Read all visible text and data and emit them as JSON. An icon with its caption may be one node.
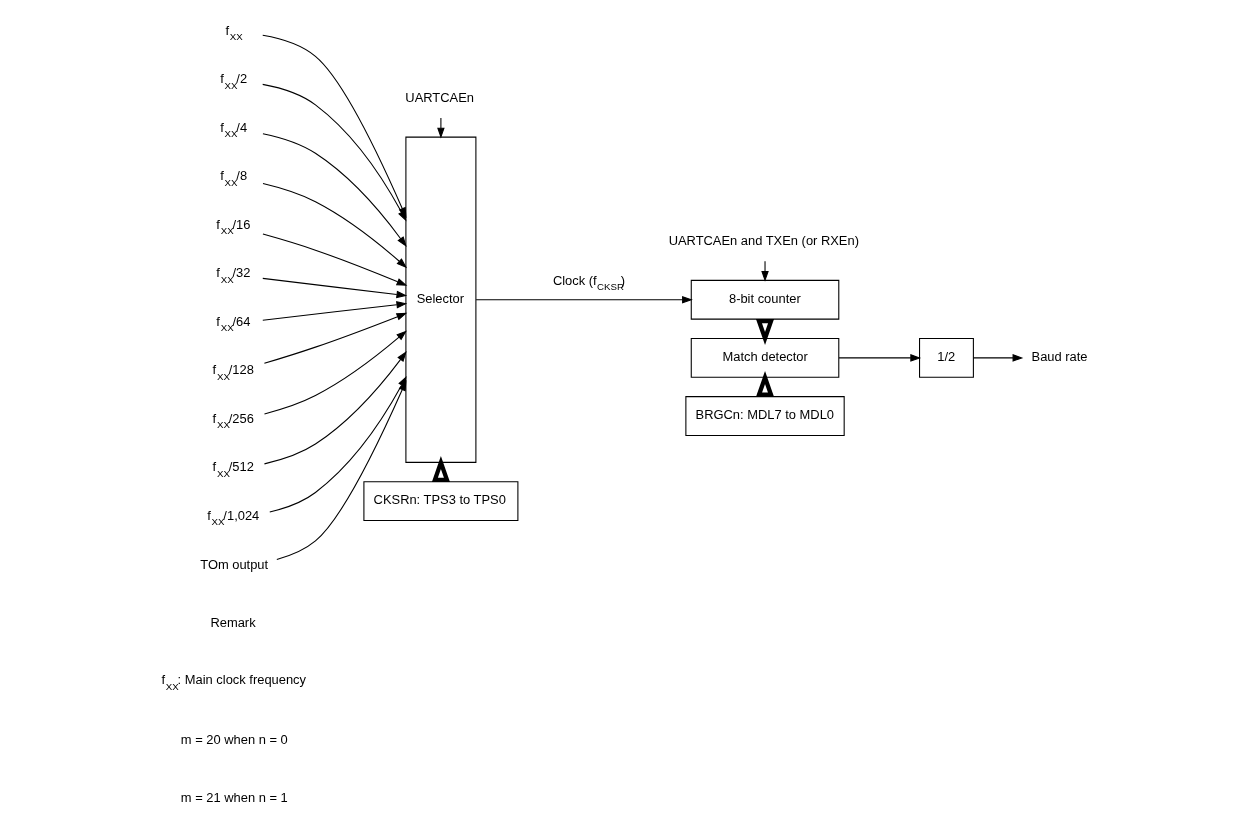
{
  "diagram": {
    "nodes": [
      {
        "text": [
          "UARTCAEn"
        ]
      },
      {
        "text": [
          "f$_{XX}$"
        ]
      },
      {
        "text": [
          "f$_{XX}$/2"
        ]
      },
      {
        "text": [
          "f$_{XX}$/4"
        ]
      },
      {
        "text": [
          "f$_{XX}$/8"
        ]
      },
      {
        "text": [
          "f$_{XX}$/16"
        ]
      },
      {
        "text": [
          "f$_{XX}$/32"
        ]
      },
      {
        "text": [
          "f$_{XX}$/64"
        ]
      },
      {
        "text": [
          "f$_{XX}$/128"
        ]
      },
      {
        "text": [
          "f$_{XX}$/256"
        ]
      },
      {
        "text": [
          "f$_{XX}$/512"
        ]
      },
      {
        "text": [
          "f$_{XX}$/1,024"
        ]
      },
      {
        "text": [
          "TOm output"
        ]
      },
      {
        "text": [
          "Selector"
        ]
      },
      {
        "text": [
          "CKSRn: TPS3 to TPS0"
        ]
      },
      {
        "text": [
          "UARTCAEn and TXEn (or RXEn)"
        ]
      },
      {
        "text": [
          "8-bit counter"
        ]
      },
      {
        "text": [
          "Match detector"
        ]
      },
      {
        "text": [
          "BRGCn: MDL7 to MDL0"
        ]
      },
      {
        "text": [
          "1/2"
        ]
      },
      {
        "text": [
          "Baud rate"
        ]
      }
    ],
    "edges": [
      {
        "from": 0,
        "to": 13,
        "arrow": "to"
      },
      {
        "from": 1,
        "to": 13,
        "arrow": "to"
      },
      {
        "from": 2,
        "to": 13,
        "arrow": "to"
      },
      {
        "from": 3,
        "to": 13,
        "arrow": "to"
      },
      {
        "from": 4,
        "to": 13,
        "arrow": "to"
      },
      {
        "from": 5,
        "to": 13,
        "arrow": "to"
      },
      {
        "from": 6,
        "to": 13,
        "arrow": "to"
      },
      {
        "from": 7,
        "to": 13,
        "arrow": "to"
      },
      {
        "from": 8,
        "to": 13,
        "arrow": "to"
      },
      {
        "from": 9,
        "to": 13,
        "arrow": "to"
      },
      {
        "from": 10,
        "to": 13,
        "arrow": "to"
      },
      {
        "from": 11,
        "to": 13,
        "arrow": "to"
      },
      {
        "from": 12,
        "to": 13,
        "arrow": "to"
      },
      {
        "from": 14,
        "to": 13,
        "arrow": "to",
        "style": "thick"
      },
      {
        "from": 13,
        "to": 16,
        "arrow": "to",
        "label": "Clock (f$_{CKSR}$)"
      },
      {
        "from": 15,
        "to": 16,
        "arrow": "to"
      },
      {
        "from": 16,
        "to": 17,
        "arrow": "to",
        "style": "thick"
      },
      {
        "from": 18,
        "to": 17,
        "arrow": "to",
        "style": "thick"
      },
      {
        "from": 17,
        "to": 19,
        "arrow": "to"
      },
      {
        "from": 19,
        "to": 20,
        "arrow": "to"
      }
    ],
    "labels": [
      "Remark",
      "f$_{XX}$: Main clock frequency",
      "m = 20 when n = 0",
      "m = 21 when n = 1"
    ]
  }
}
